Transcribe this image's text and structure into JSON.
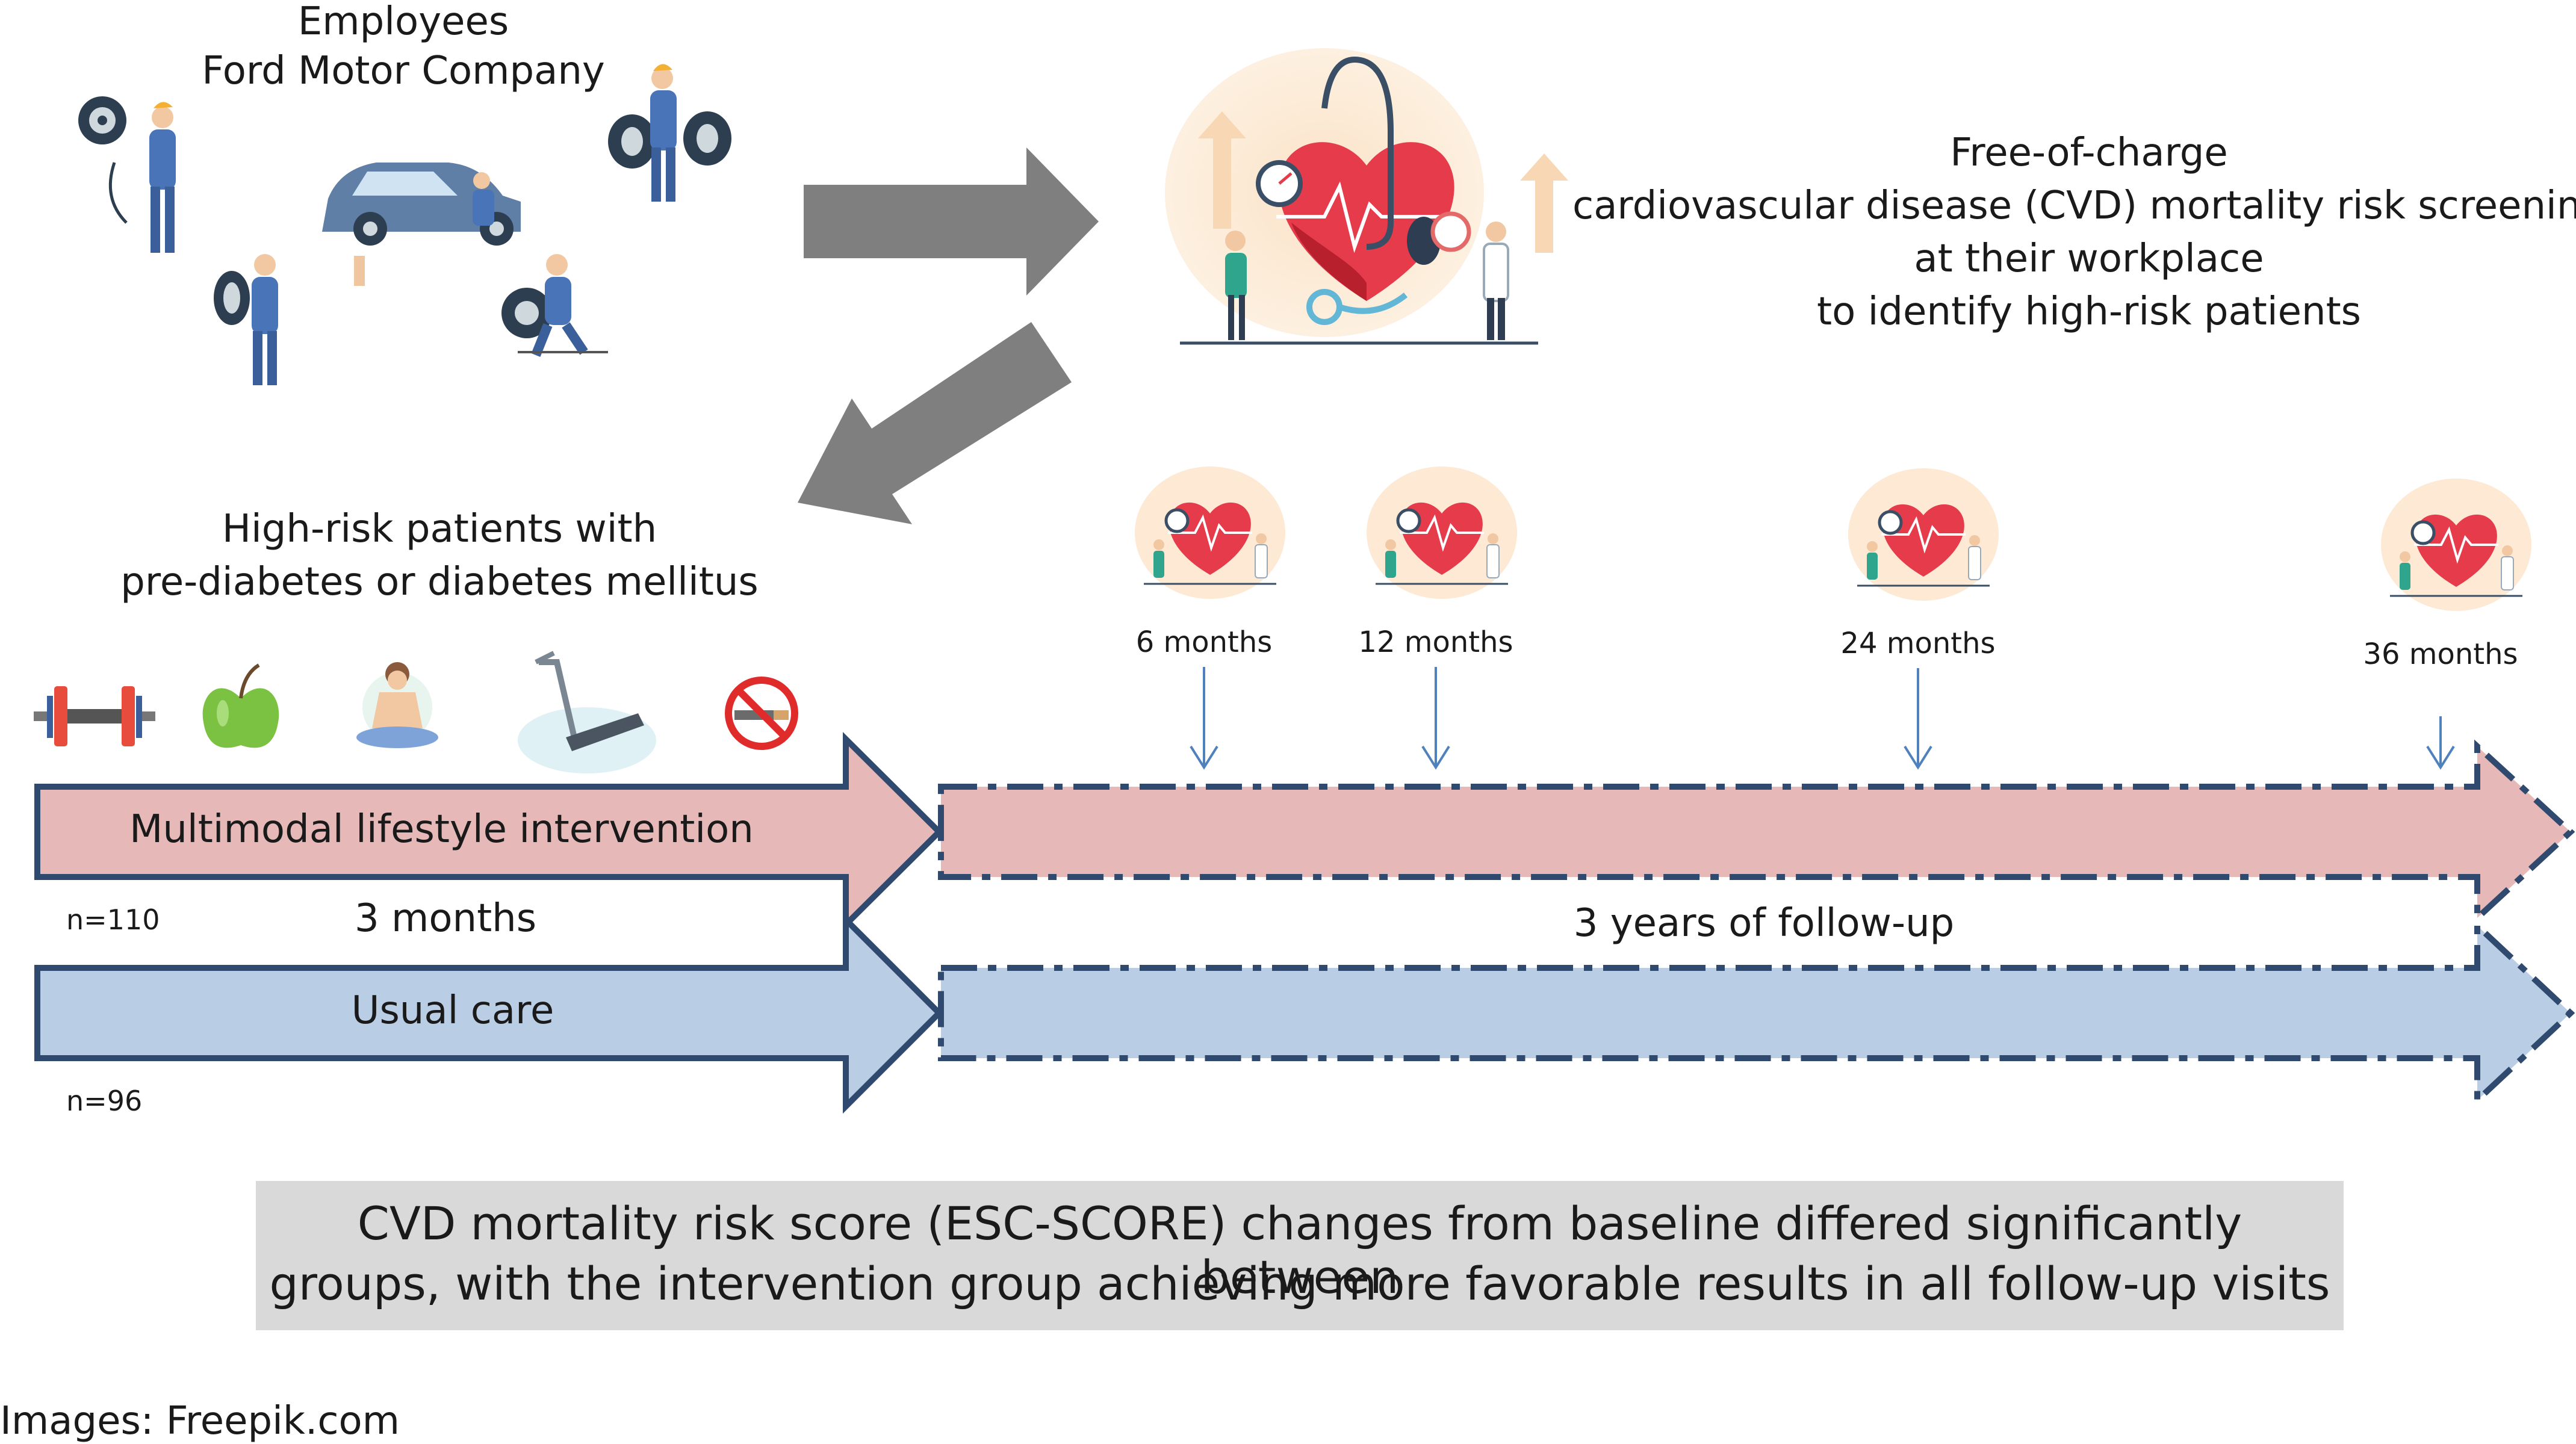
{
  "source": {
    "line1": "Employees",
    "line2": "Ford Motor Company"
  },
  "screening": {
    "line1": "Free-of-charge",
    "line2": "cardiovascular disease (CVD) mortality risk screening",
    "line3": "at their workplace",
    "line4": "to identify high-risk patients"
  },
  "patients": {
    "line1": "High-risk patients with",
    "line2": "pre-diabetes or diabetes mellitus"
  },
  "lifestyle_icons": [
    "dumbbell-icon",
    "apple-icon",
    "meditation-icon",
    "treadmill-icon",
    "no-smoking-icon"
  ],
  "timepoints": [
    "6 months",
    "12 months",
    "24 months",
    "36 months"
  ],
  "groups": {
    "intervention_label": "Multimodal lifestyle intervention",
    "intervention_n": "n=110",
    "intervention_duration": "3 months",
    "control_label": "Usual care",
    "control_n": "n=96",
    "followup": "3 years of follow-up"
  },
  "summary": {
    "line1": "CVD mortality risk score (ESC-SCORE) changes from baseline differed significantly between",
    "line2": "groups, with the intervention group achieving more favorable results in all follow-up visits"
  },
  "credit": "Images: Freepik.com",
  "colors": {
    "intervention_fill": "#e6b9b8",
    "control_fill": "#b9cde5",
    "arrow_outline": "#2f4a6e",
    "process_arrow": "#7f7f7f",
    "timepoint_arrow": "#4f81bd",
    "summary_box": "#d9d9d9"
  }
}
